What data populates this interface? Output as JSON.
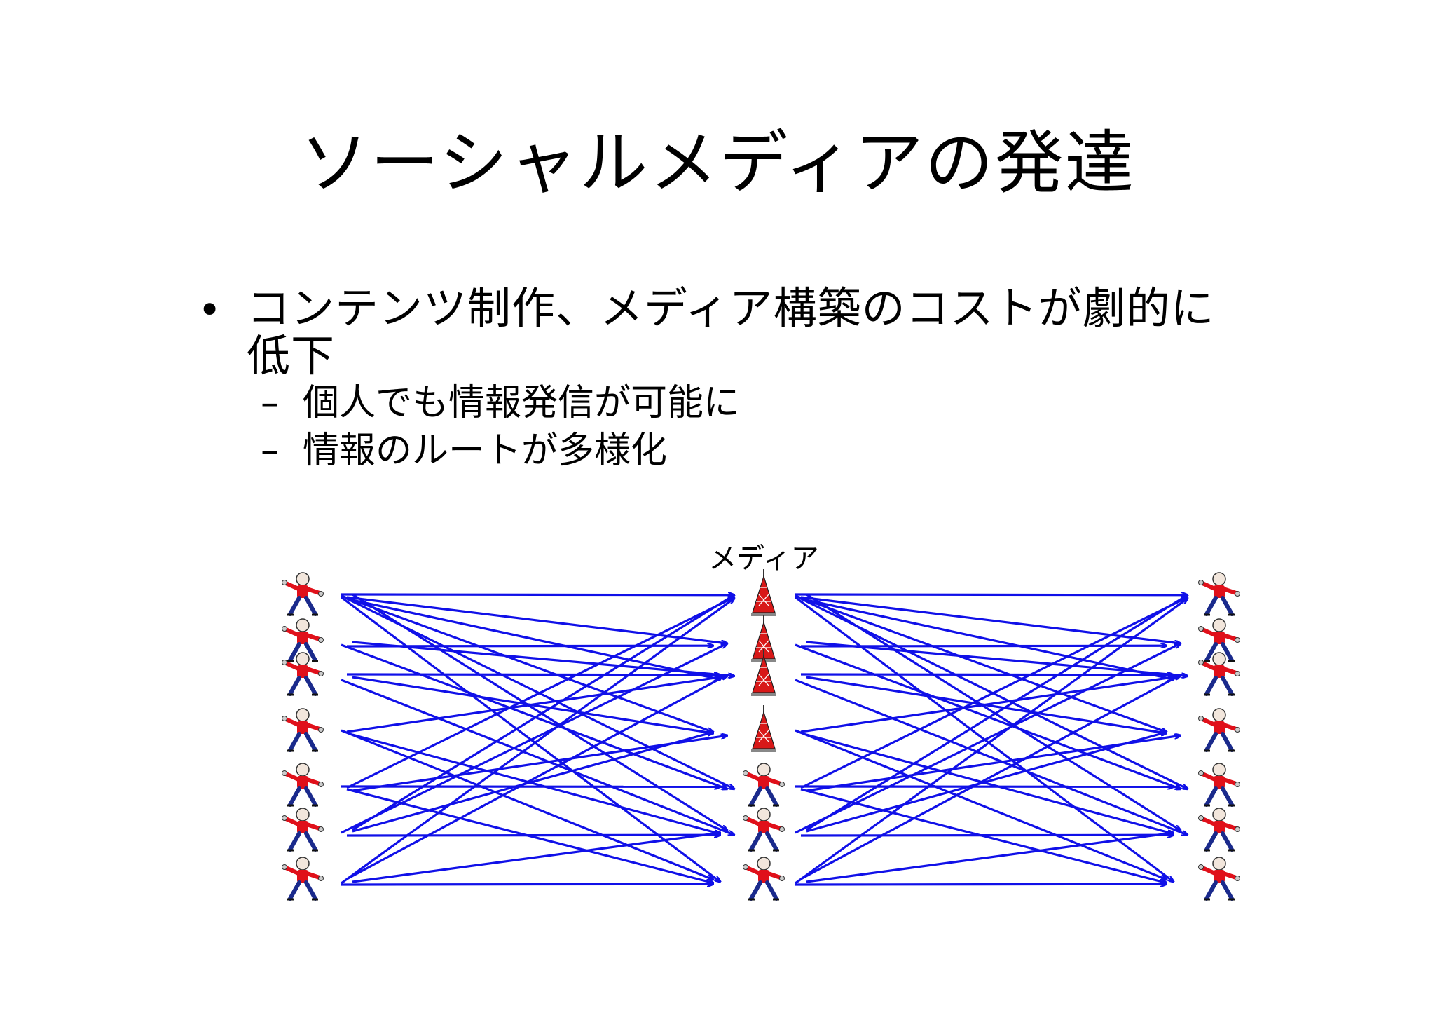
{
  "slide": {
    "title": "ソーシャルメディアの発達",
    "bullet": {
      "mark": "•",
      "text": "コンテンツ制作、メディア構築のコストが劇的に低下",
      "subitems": [
        {
          "dash": "–",
          "text": "個人でも情報発信が可能に"
        },
        {
          "dash": "–",
          "text": "情報のルートが多様化"
        }
      ]
    }
  },
  "diagram": {
    "media_label": "メディア",
    "columns": [
      {
        "nodes": [
          "person",
          "person",
          "person",
          "person",
          "person",
          "person",
          "person"
        ]
      },
      {
        "nodes": [
          "tower",
          "tower",
          "tower",
          "tower",
          "person",
          "person",
          "person"
        ]
      },
      {
        "nodes": [
          "person",
          "person",
          "person",
          "person",
          "person",
          "person",
          "person"
        ]
      }
    ],
    "colors": {
      "arrow": "#1010e8",
      "shirt": "#e0101a",
      "pants": "#1a2a8c",
      "tower": "#d81818",
      "skin": "#f2e6dc"
    }
  }
}
